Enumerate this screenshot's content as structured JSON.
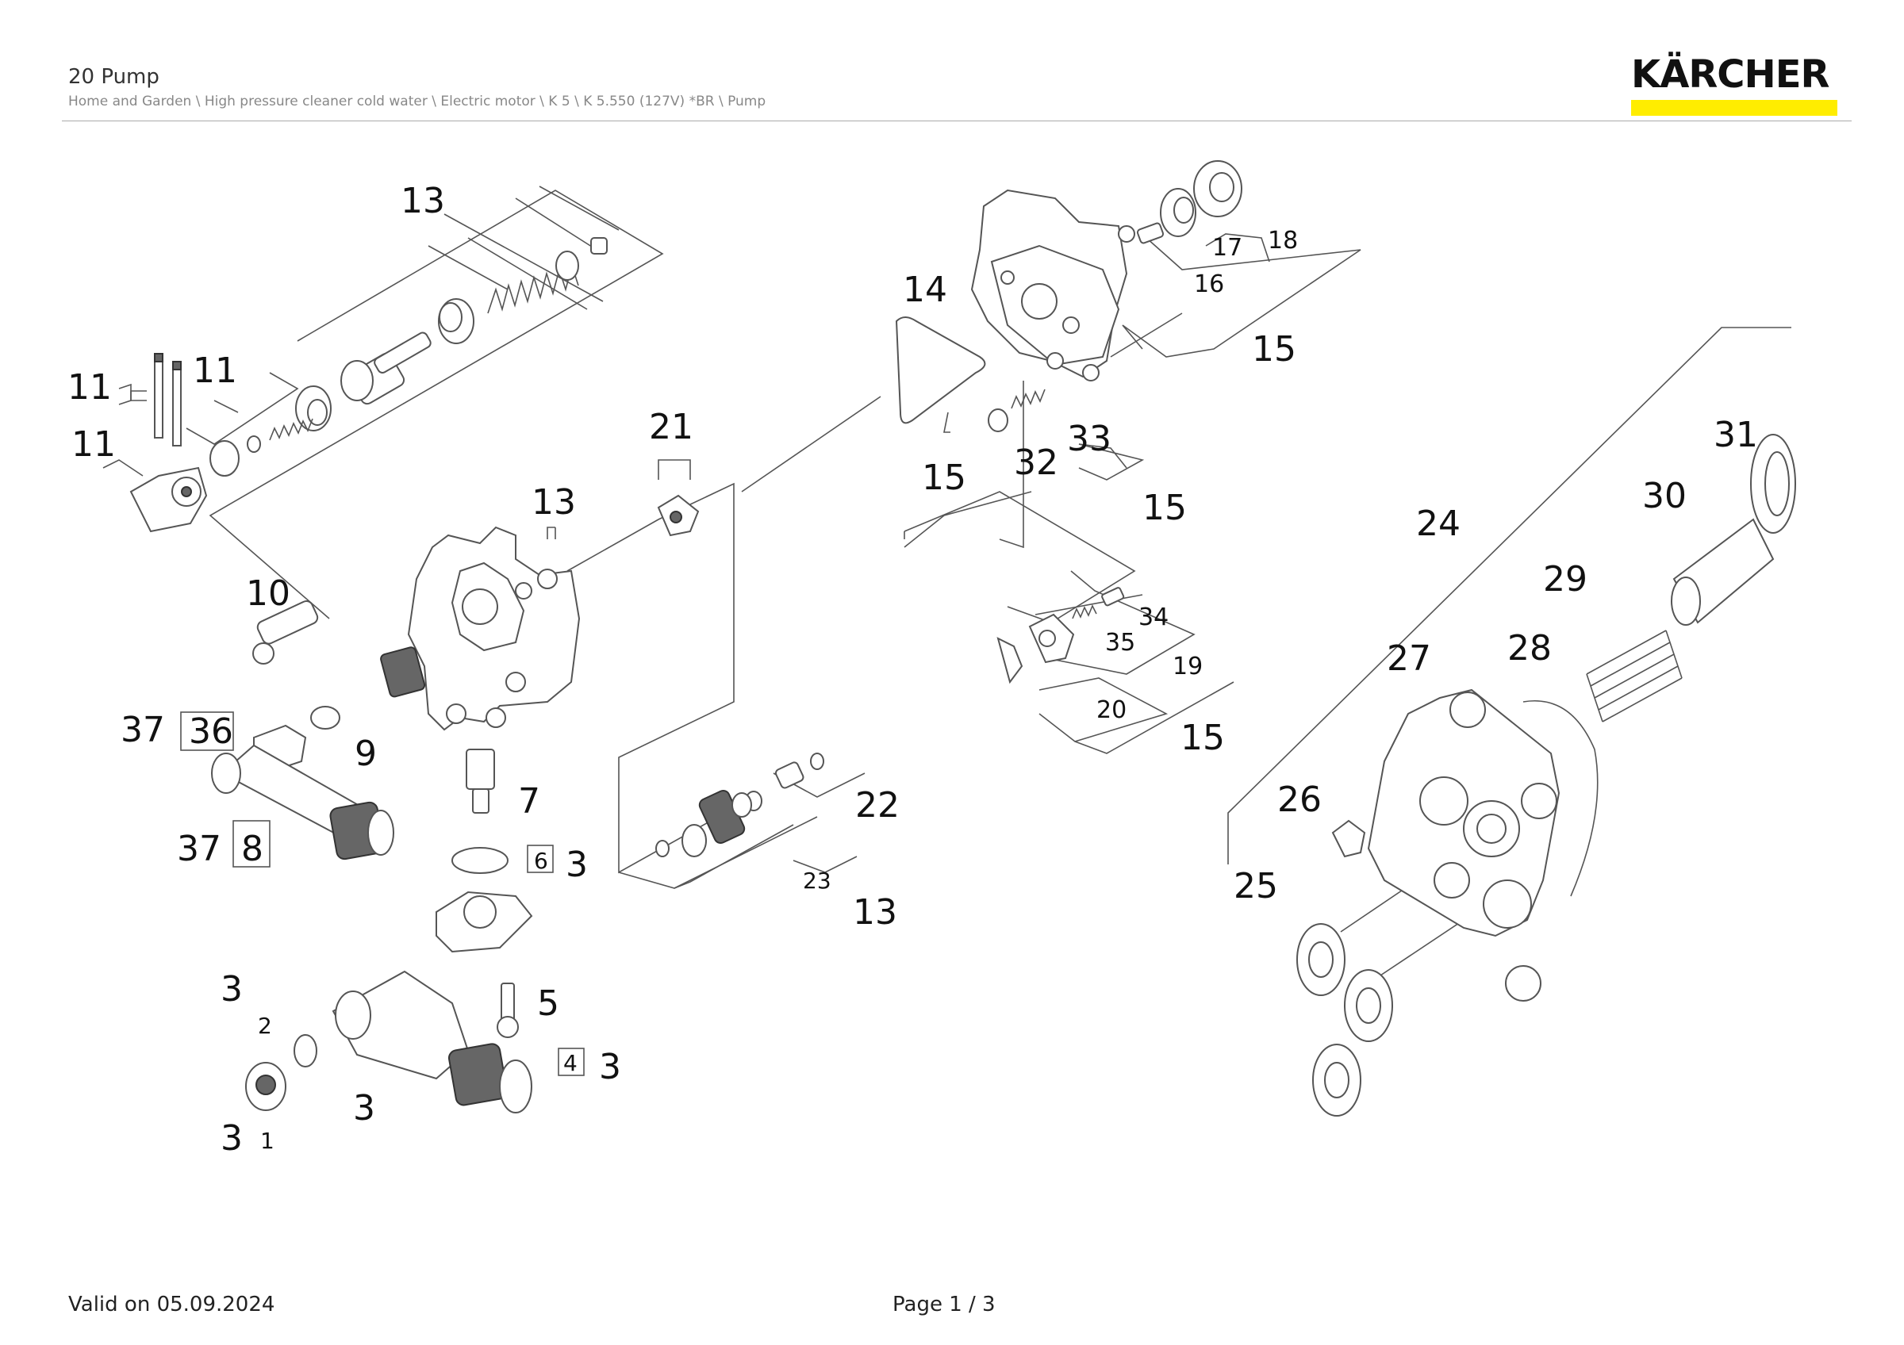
{
  "header": {
    "title": "20 Pump",
    "breadcrumb": "Home and Garden \\ High pressure cleaner cold water \\ Electric motor \\ K 5 \\ K 5.550 (127V) *BR \\ Pump",
    "logo_text": "KÄRCHER",
    "brand_color": "#ffed00"
  },
  "footer": {
    "valid": "Valid on 05.09.2024",
    "page": "Page 1 / 3"
  },
  "callouts": {
    "c13a": "13",
    "c11a": "11",
    "c11b": "11",
    "c11c": "11",
    "c21": "21",
    "c13b": "13",
    "c10": "10",
    "c37a": "37",
    "c36": "36",
    "c9": "9",
    "c7": "7",
    "c6": "6",
    "c3a": "3",
    "c37b": "37",
    "c8": "8",
    "c5": "5",
    "c3b": "3",
    "c2": "2",
    "c4": "4",
    "c3c": "3",
    "c3d": "3",
    "c3e": "3",
    "c1": "1",
    "c22": "22",
    "c23": "23",
    "c13c": "13",
    "c14": "14",
    "c15a": "15",
    "c17": "17",
    "c18": "18",
    "c16": "16",
    "c15b": "15",
    "c32": "32",
    "c33": "33",
    "c15c": "15",
    "c34": "34",
    "c35": "35",
    "c19": "19",
    "c20": "20",
    "c15d": "15",
    "c31": "31",
    "c30": "30",
    "c24": "24",
    "c29": "29",
    "c27": "27",
    "c28": "28",
    "c26": "26",
    "c25": "25"
  }
}
